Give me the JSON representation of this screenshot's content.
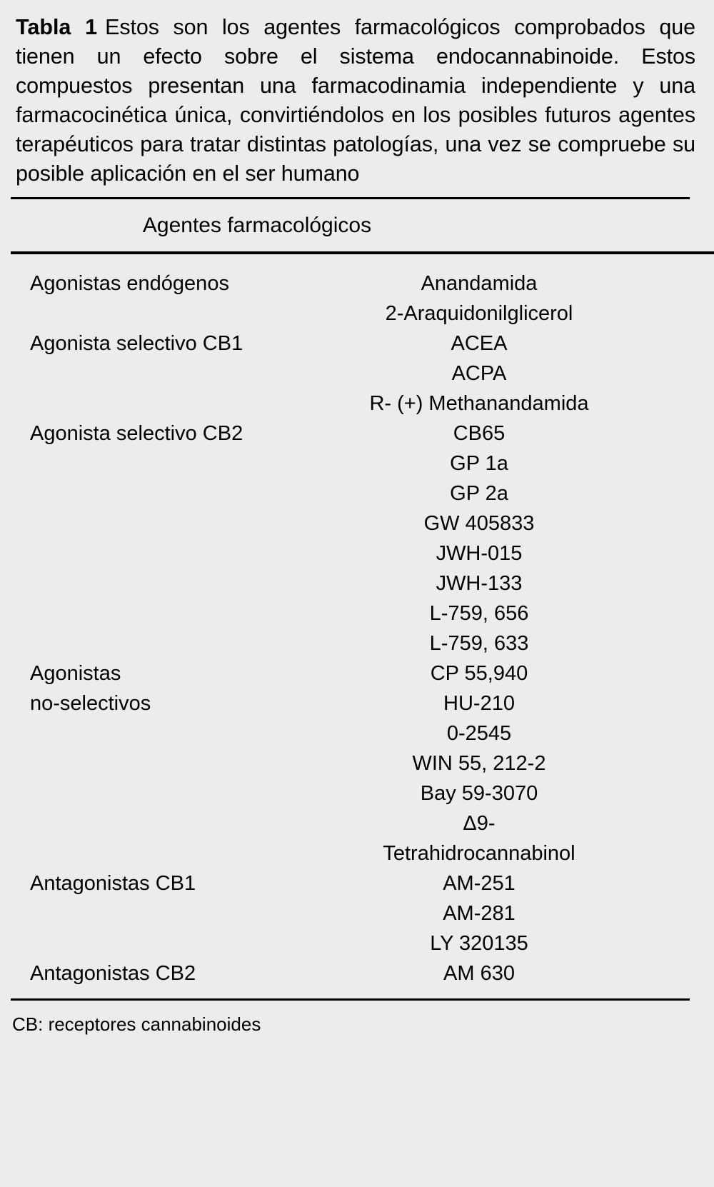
{
  "caption": {
    "label": "Tabla 1",
    "text": "Estos son los agentes farmacológicos comprobados que tienen un efecto sobre el sistema endocannabinoide. Estos compuestos presentan una farmacodinamia independiente y una farmacocinética única, convirtiéndolos en los posibles futuros agentes terapéuticos para tratar distintas patologías, una vez se compruebe su posible aplicación en el ser humano"
  },
  "table": {
    "column_header": "Agentes farmacológicos",
    "rows": [
      {
        "label": "Agonistas endógenos",
        "values": [
          "Anandamida",
          "2-Araquidonilglicerol"
        ]
      },
      {
        "label": "Agonista selectivo CB1",
        "values": [
          "ACEA",
          "ACPA",
          "R- (+) Methanandamida"
        ]
      },
      {
        "label": "Agonista selectivo CB2",
        "values": [
          "CB65",
          "GP 1a",
          "GP 2a",
          "GW 405833",
          "JWH-015",
          "JWH-133",
          "L-759, 656",
          "L-759, 633"
        ]
      },
      {
        "label": "Agonistas\nno-selectivos",
        "values": [
          "CP 55,940",
          "HU-210",
          "0-2545",
          "WIN 55, 212-2",
          "Bay 59-3070",
          "Δ9-",
          "Tetrahidrocannabinol"
        ]
      },
      {
        "label": "Antagonistas CB1",
        "values": [
          "AM-251",
          "AM-281",
          "LY 320135"
        ]
      },
      {
        "label": "Antagonistas CB2",
        "values": [
          "AM 630"
        ]
      }
    ]
  },
  "footnote": "CB: receptores cannabinoides",
  "colors": {
    "background": "#ececec",
    "text": "#000000",
    "rule": "#000000"
  }
}
